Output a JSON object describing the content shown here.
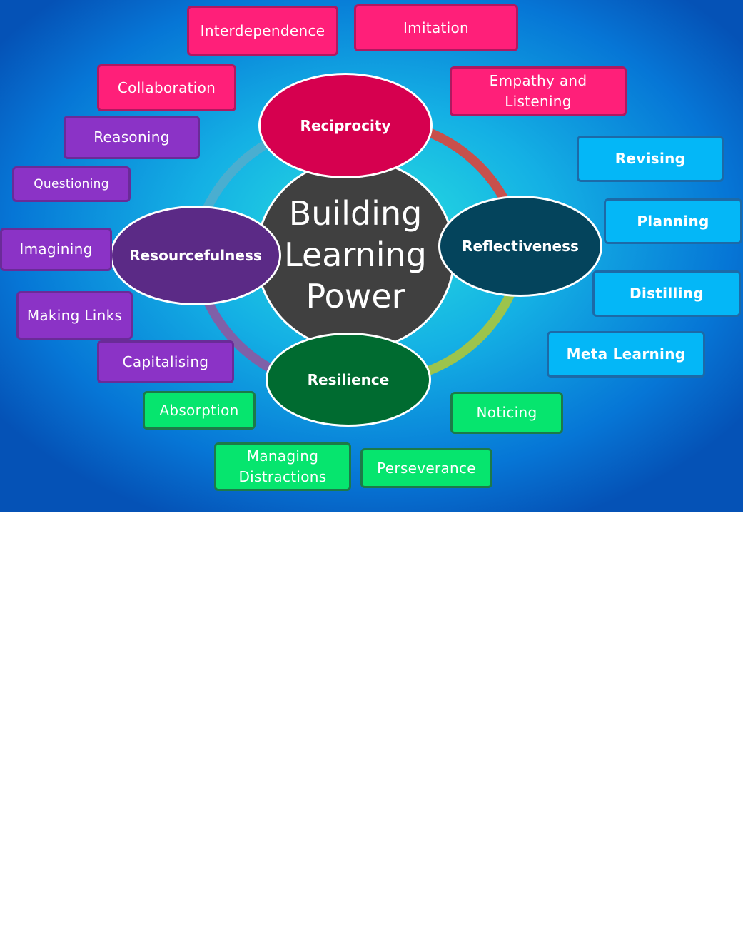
{
  "diagram": {
    "center": {
      "line1": "Building",
      "line2": "Learning",
      "line3": "Power",
      "fill": "#404040"
    },
    "hubs": {
      "reciprocity": {
        "label": "Reciprocity",
        "fill": "#d6004f"
      },
      "reflectiveness": {
        "label": "Reflectiveness",
        "fill": "#04445c"
      },
      "resilience": {
        "label": "Resilience",
        "fill": "#006b30"
      },
      "resourcefulness": {
        "label": "Resourcefulness",
        "fill": "#5b2a86"
      }
    },
    "reciprocity_items": {
      "interdependence": "Interdependence",
      "imitation": "Imitation",
      "collaboration": "Collaboration",
      "empathy_line1": "Empathy and",
      "empathy_line2": "Listening"
    },
    "resourcefulness_items": {
      "reasoning": "Reasoning",
      "questioning": "Questioning",
      "imagining": "Imagining",
      "making_links": "Making Links",
      "capitalising": "Capitalising"
    },
    "reflectiveness_items": {
      "revising": "Revising",
      "planning": "Planning",
      "distilling": "Distilling",
      "meta_learning": "Meta Learning"
    },
    "resilience_items": {
      "absorption": "Absorption",
      "noticing": "Noticing",
      "managing_line1": "Managing",
      "managing_line2": "Distractions",
      "perseverance": "Perseverance"
    },
    "colors": {
      "reciprocity_box": "#ff1f79",
      "resourcefulness_box": "#8b33c6",
      "reflectiveness_box": "#04b7f7",
      "resilience_box": "#06e56e",
      "ring_top_right": "#c8504c",
      "ring_bottom_right": "#9cc44c",
      "ring_bottom_left": "#8060a8",
      "ring_top_left": "#4aaed0"
    }
  }
}
